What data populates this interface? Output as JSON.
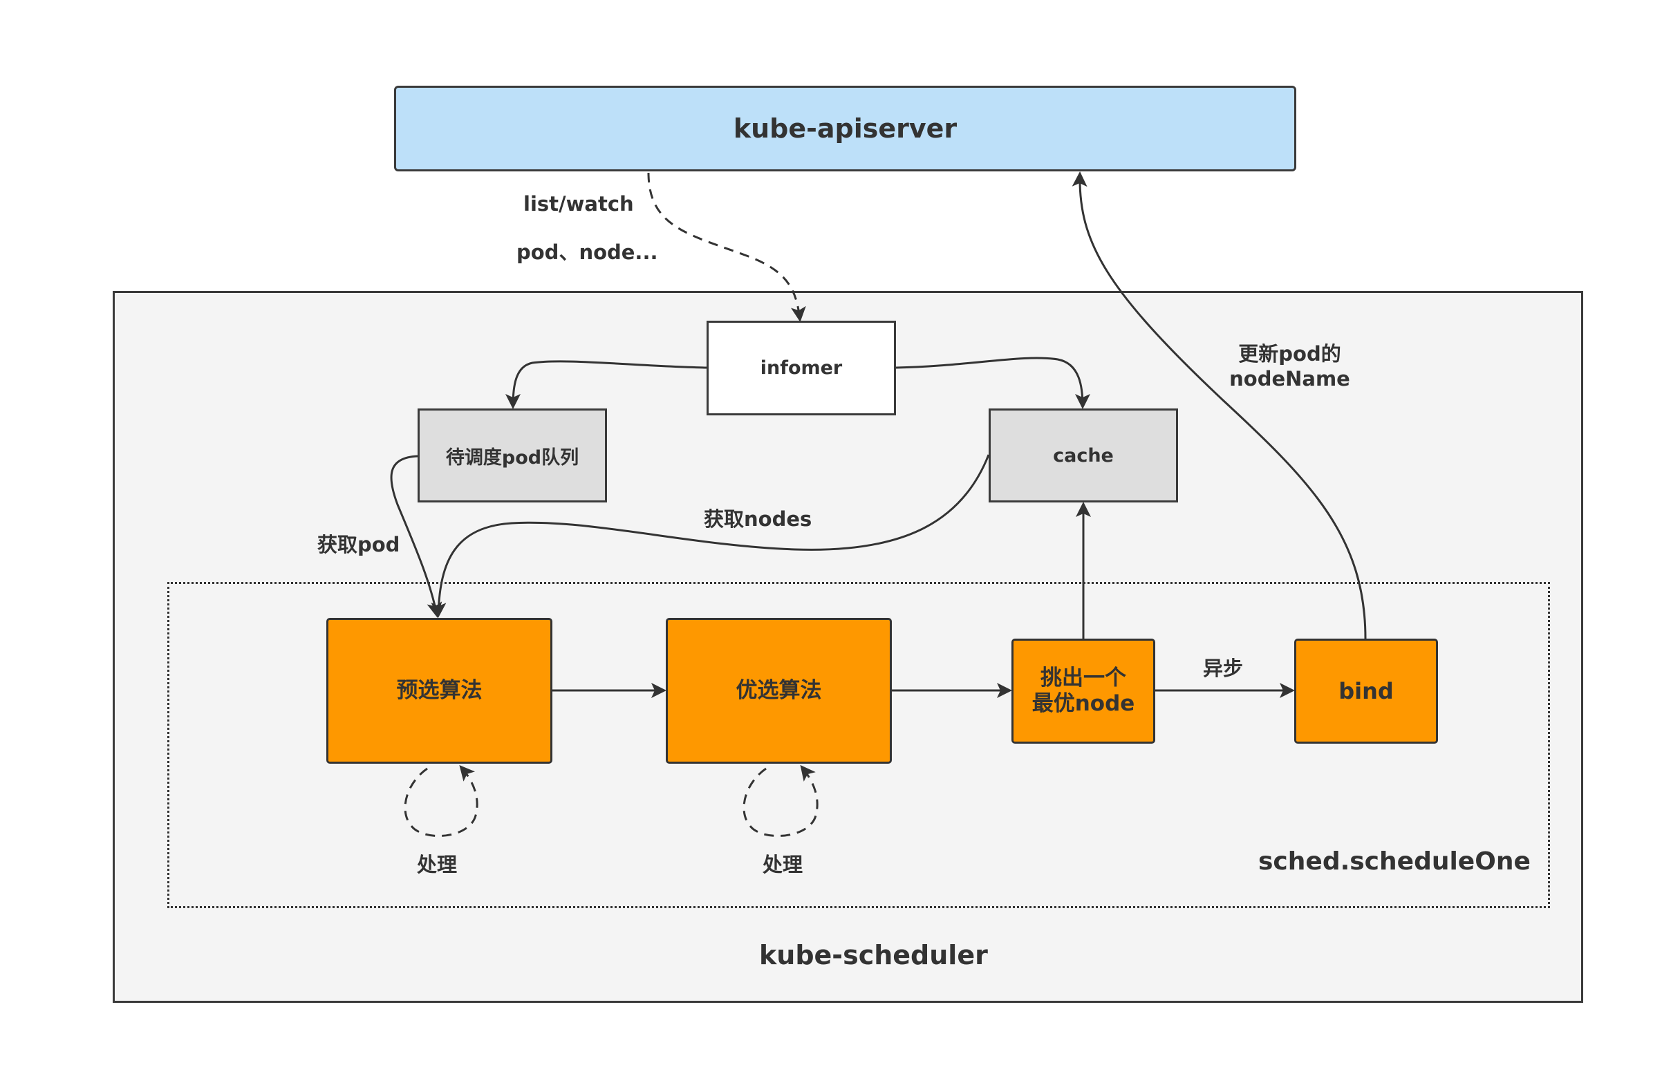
{
  "diagram": {
    "apiserver_label": "kube-apiserver",
    "scheduler_label": "kube-scheduler",
    "schedule_one_label": "sched.scheduleOne",
    "informer_label": "infomer",
    "queue_label": "待调度pod队列",
    "cache_label": "cache",
    "predicate_label": "预选算法",
    "priority_label": "优选算法",
    "pick_label_line1": "挑出一个",
    "pick_label_line2": "最优node",
    "bind_label": "bind",
    "edges": {
      "list_watch": "list/watch",
      "pod_node": "pod、node...",
      "update_line1": "更新pod的",
      "update_line2": "nodeName",
      "get_pod": "获取pod",
      "get_nodes": "获取nodes",
      "async": "异步",
      "process_1": "处理",
      "process_2": "处理"
    }
  },
  "colors": {
    "apiserver_fill": "#bde0f9",
    "orange_fill": "#fe9800",
    "grey_fill": "#dedede",
    "frame_fill": "#f4f4f4",
    "line": "#333333"
  }
}
